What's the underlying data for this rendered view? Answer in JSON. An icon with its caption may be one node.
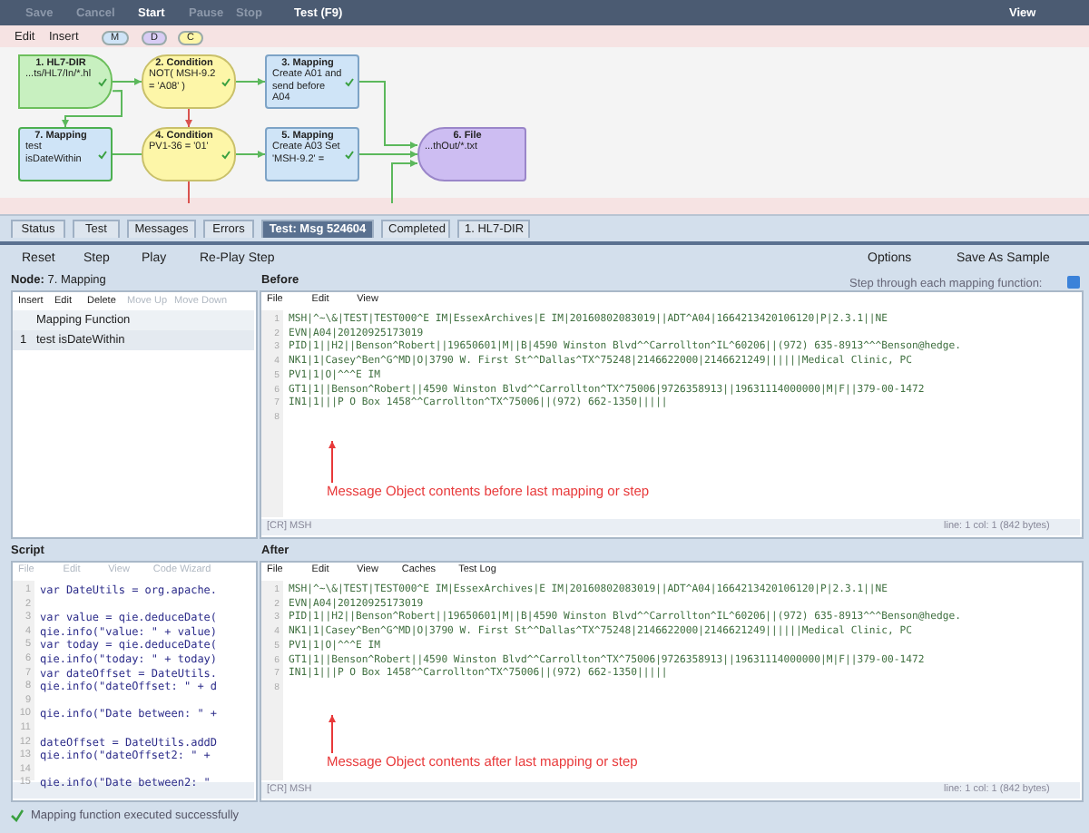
{
  "diagram": {
    "nodes": [
      {
        "text": [
          "1. HL7-DIR",
          "...ts/HL7/In/*.hl"
        ]
      },
      {
        "text": [
          "2. Condition",
          "NOT( MSH-9.2 = 'A08' )"
        ]
      },
      {
        "text": [
          "3. Mapping",
          "Create A01 and send before A04"
        ]
      },
      {
        "text": [
          "7. Mapping",
          "test isDateWithin"
        ]
      },
      {
        "text": [
          "4. Condition",
          "PV1-36 = '01'"
        ]
      },
      {
        "text": [
          "5. Mapping",
          "Create A03 Set 'MSH-9.2' ="
        ]
      },
      {
        "text": [
          "6. File",
          "...thOut/*.txt"
        ]
      },
      {
        "text": [
          "Message Object contents before last mapping or step"
        ]
      },
      {
        "text": [
          "Message Object contents after last mapping or step"
        ]
      }
    ],
    "edges": [
      {
        "from": 0,
        "to": 1,
        "arrow": "to"
      },
      {
        "from": 1,
        "to": 2,
        "arrow": "to"
      },
      {
        "from": 0,
        "to": 3,
        "arrow": "to"
      },
      {
        "from": 1,
        "to": 4,
        "arrow": "to",
        "color": "#d9534f"
      },
      {
        "from": 3,
        "to": 4,
        "arrow": "none"
      },
      {
        "from": 4,
        "to": 5,
        "arrow": "to"
      },
      {
        "from": 2,
        "to": 6,
        "arrow": "to"
      },
      {
        "from": 5,
        "to": 6,
        "arrow": "to"
      },
      {
        "from": 4,
        "to": null,
        "arrow": "none",
        "color": "#d9534f"
      },
      {
        "from": null,
        "to": 6,
        "arrow": "to"
      },
      {
        "from": 7,
        "to": null,
        "arrow": "to",
        "color": "#e8393a"
      },
      {
        "from": 8,
        "to": null,
        "arrow": "to",
        "color": "#e8393a"
      }
    ],
    "labels": [
      "Save",
      "Cancel",
      "Start",
      "Pause",
      "Stop",
      "Test (F9)",
      "View",
      "Edit",
      "Insert",
      "M",
      "D",
      "C",
      "Status",
      "Test",
      "Messages",
      "Errors",
      "Test: Msg 524604",
      "Completed",
      "1. HL7-DIR",
      "Reset",
      "Step",
      "Play",
      "Re-Play Step",
      "Options",
      "Save As Sample",
      "**Node:** 7. Mapping",
      "Before",
      "Step through each mapping function:",
      "Insert",
      "Edit",
      "Delete",
      "Move Up",
      "Move Down",
      "Mapping Function",
      "1",
      "test isDateWithin",
      "File",
      "Edit",
      "View",
      "1",
      "2",
      "3",
      "4",
      "5",
      "6",
      "7",
      "8",
      "MSH|^~\\&|TEST|TEST000^E IM|EssexArchives|E IM|20160802083019||ADT^A04|1664213420106120|P|2.3.1||NE",
      "EVN|A04|20120925173019",
      "PID|1||H2||Benson^Robert||19650601|M||B|4590 Winston Blvd^^Carrollton^IL^60206||(972) 635-8913^^^Benson@hedge.",
      "NK1|1|Casey^Ben^G^MD|O|3790 W. First St^^Dallas^TX^75248|2146622000|2146621249||||||Medical Clinic, PC",
      "PV1|1|O|^^^E IM",
      "GT1|1||Benson^Robert||4590 Winston Blvd^^Carrollton^TX^75006|9726358913||19631114000000|M|F||379-00-1472",
      "IN1|1|||P O Box 1458^^Carrollton^TX^75006||(972) 662-1350|||||",
      "[CR] MSH",
      "line: 1  col: 1  (842 bytes)",
      "Script",
      "File",
      "Edit",
      "View",
      "Code Wizard",
      "1",
      "2",
      "3",
      "4",
      "5",
      "6",
      "7",
      "8",
      "9",
      "10",
      "11",
      "12",
      "13",
      "14",
      "15",
      "var DateUtils = org.apache.",
      "var value = qie.deduceDate(",
      "qie.info(\"value: \" + value)",
      "var today = qie.deduceDate(",
      "qie.info(\"today: \" + today)",
      "var dateOffset = DateUtils.",
      "qie.info(\"dateOffset: \" + d",
      "qie.info(\"Date between: \" +",
      "dateOffset = DateUtils.addD",
      "qie.info(\"dateOffset2: \" +",
      "qie.info(\"Date between2: \"",
      "After",
      "File",
      "Edit",
      "View",
      "Caches",
      "Test Log",
      "1",
      "2",
      "3",
      "4",
      "5",
      "6",
      "7",
      "8",
      "MSH|^~\\&|TEST|TEST000^E IM|EssexArchives|E IM|20160802083019||ADT^A04|1664213420106120|P|2.3.1||NE",
      "EVN|A04|20120925173019",
      "PID|1||H2||Benson^Robert||19650601|M||B|4590 Winston Blvd^^Carrollton^IL^60206||(972) 635-8913^^^Benson@hedge.",
      "NK1|1|Casey^Ben^G^MD|O|3790 W. First St^^Dallas^TX^75248|2146622000|2146621249||||||Medical Clinic, PC",
      "PV1|1|O|^^^E IM",
      "GT1|1||Benson^Robert||4590 Winston Blvd^^Carrollton^TX^75006|9726358913||19631114000000|M|F||379-00-1472",
      "IN1|1|||P O Box 1458^^Carrollton^TX^75006||(972) 662-1350|||||",
      "[CR] MSH",
      "line: 1  col: 1  (842 bytes)",
      "Mapping function executed successfully"
    ]
  }
}
